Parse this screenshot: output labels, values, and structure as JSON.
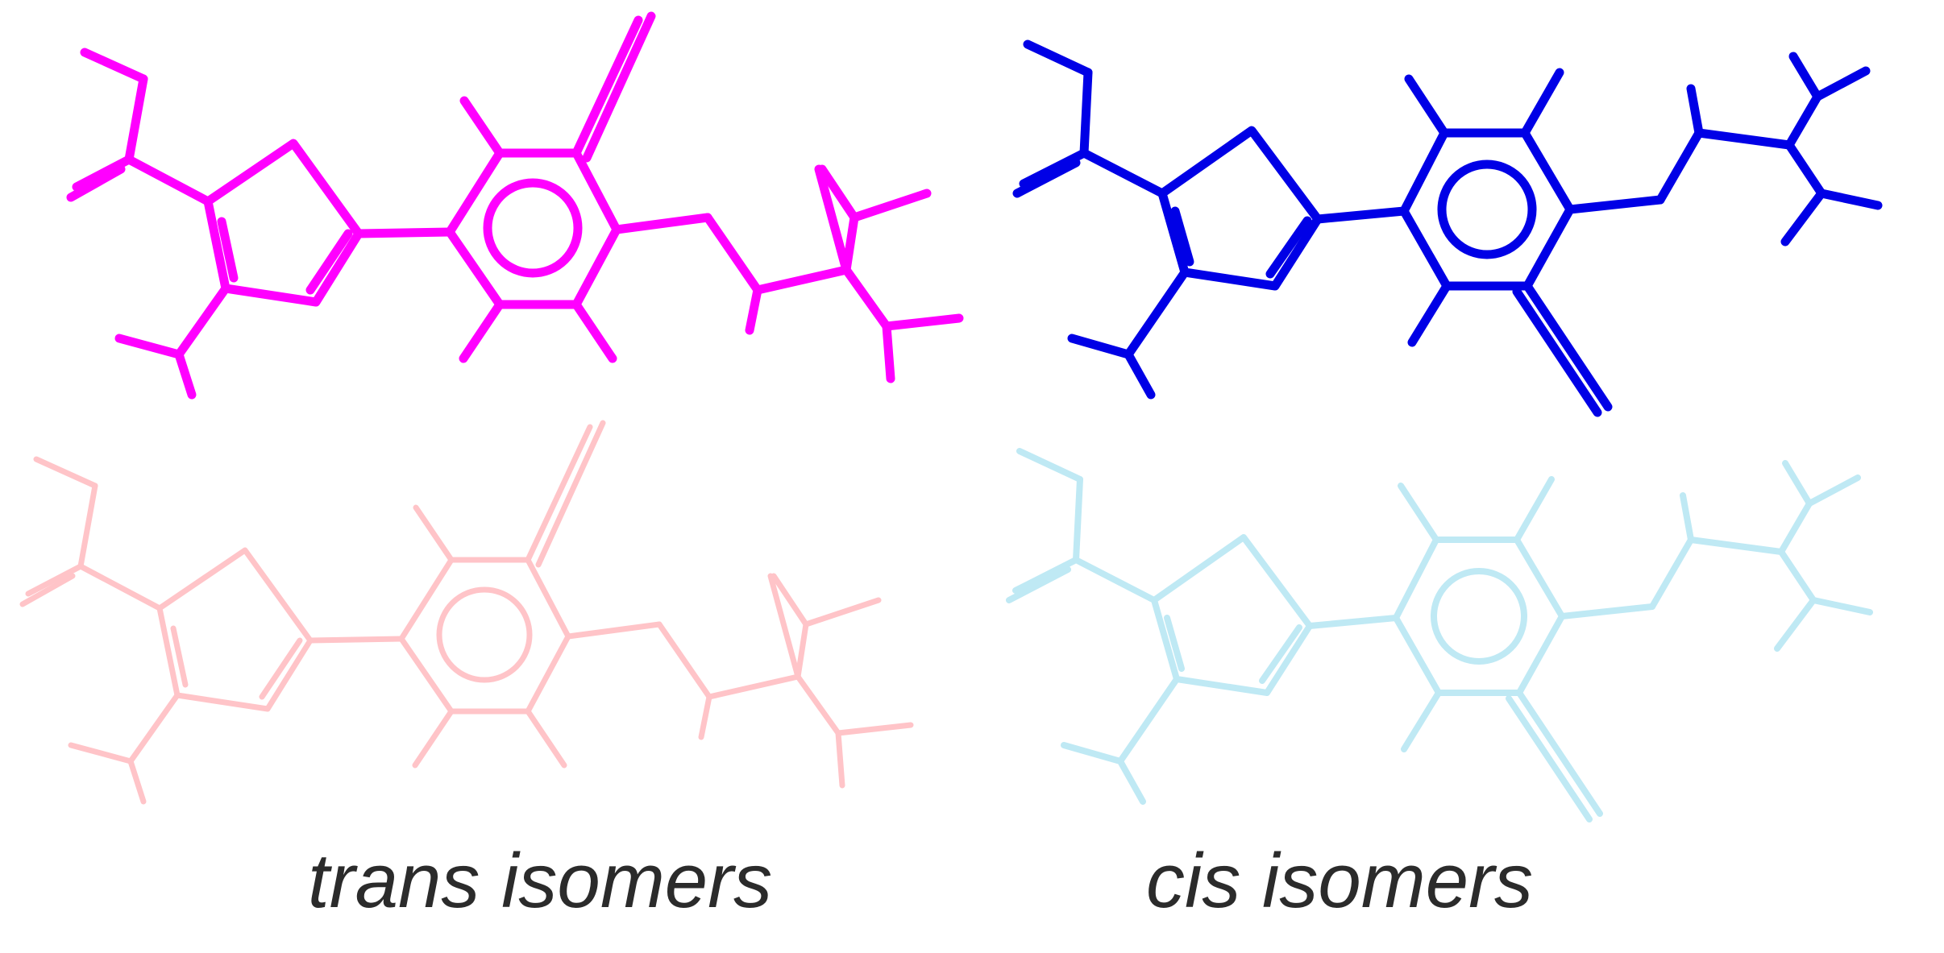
{
  "captions": {
    "trans": "trans isomers",
    "cis": "cis isomers"
  },
  "structures": [
    {
      "name": "trans-isomer-top",
      "group": "trans",
      "color": "#ff00ff"
    },
    {
      "name": "trans-isomer-bottom",
      "group": "trans",
      "color": "#ffc4c8"
    },
    {
      "name": "cis-isomer-top",
      "group": "cis",
      "color": "#0000e6"
    },
    {
      "name": "cis-isomer-bottom",
      "group": "cis",
      "color": "#bfe9f4"
    }
  ]
}
